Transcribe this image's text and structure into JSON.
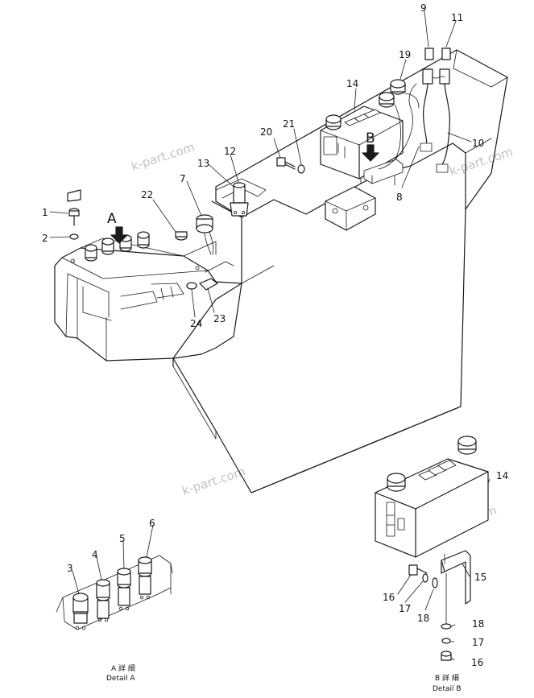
{
  "watermark": "k-part.com",
  "views": {
    "A": {
      "letter": "A",
      "caption_jp": "A 詳 細",
      "caption_en": "Detail A"
    },
    "B": {
      "letter": "B",
      "caption_jp": "B 詳 細",
      "caption_en": "Detail B"
    }
  },
  "parts": {
    "p1": "1",
    "p2": "2",
    "p3": "3",
    "p4": "4",
    "p5": "5",
    "p6": "6",
    "p7": "7",
    "p8": "8",
    "p9": "9",
    "p10": "10",
    "p11": "11",
    "p12": "12",
    "p13": "13",
    "p14": "14",
    "p14b": "14",
    "p15": "15",
    "p16": "16",
    "p16b": "16",
    "p17": "17",
    "p17b": "17",
    "p18": "18",
    "p18b": "18",
    "p19": "19",
    "p20": "20",
    "p21": "21",
    "p22": "22",
    "p23": "23",
    "p24": "24"
  }
}
